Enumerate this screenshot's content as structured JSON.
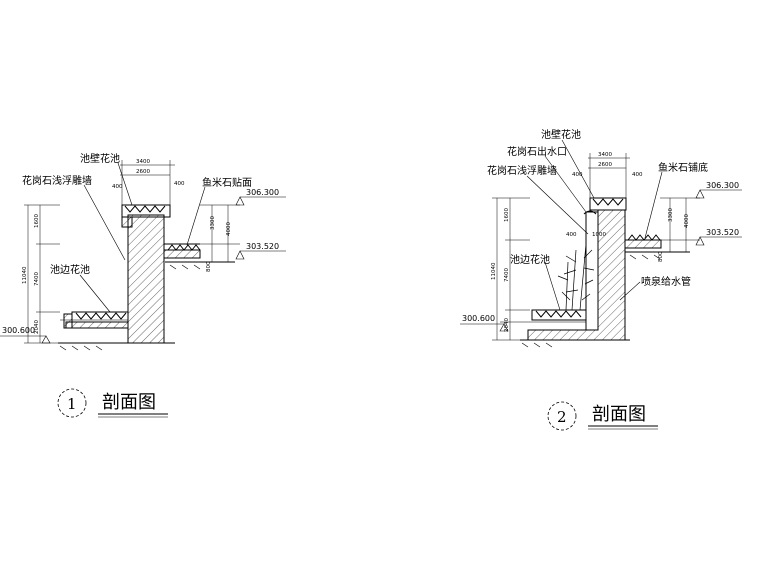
{
  "section1": {
    "labels": {
      "pool_wall_planter": "池壁花池",
      "granite_relief_wall": "花岗石浅浮雕墙",
      "fish_rice_stone": "鱼米石贴面",
      "poolside_planter": "池边花池"
    },
    "elevations": {
      "top": "306.300",
      "mid": "303.520",
      "bottom": "300.600"
    },
    "dims": {
      "w3400": "3400",
      "w2600": "2600",
      "d400a": "400",
      "d400b": "400",
      "h3300": "3300",
      "h4000": "4000",
      "h800": "800",
      "v1600": "1600",
      "v7400": "7400",
      "v2040": "2040",
      "v11040": "11040"
    },
    "number": "1",
    "title": "剖面图"
  },
  "section2": {
    "labels": {
      "pool_wall_planter": "池壁花池",
      "granite_spout": "花岗石出水口",
      "granite_relief_wall": "花岗石浅浮雕墙",
      "fish_rice_stone": "鱼米石铺底",
      "poolside_planter": "池边花池",
      "fountain_pipe": "喷泉给水管"
    },
    "elevations": {
      "top": "306.300",
      "mid": "303.520",
      "bottom": "300.600"
    },
    "dims": {
      "w3400": "3400",
      "w2600": "2600",
      "d400a": "400",
      "d400b": "400",
      "h3300": "3300",
      "h4000": "4000",
      "h800": "800",
      "h1000": "1000",
      "d400c": "400",
      "v1600": "1600",
      "v7400": "7400",
      "v2040": "2040",
      "v11040": "11040"
    },
    "number": "2",
    "title": "剖面图"
  }
}
